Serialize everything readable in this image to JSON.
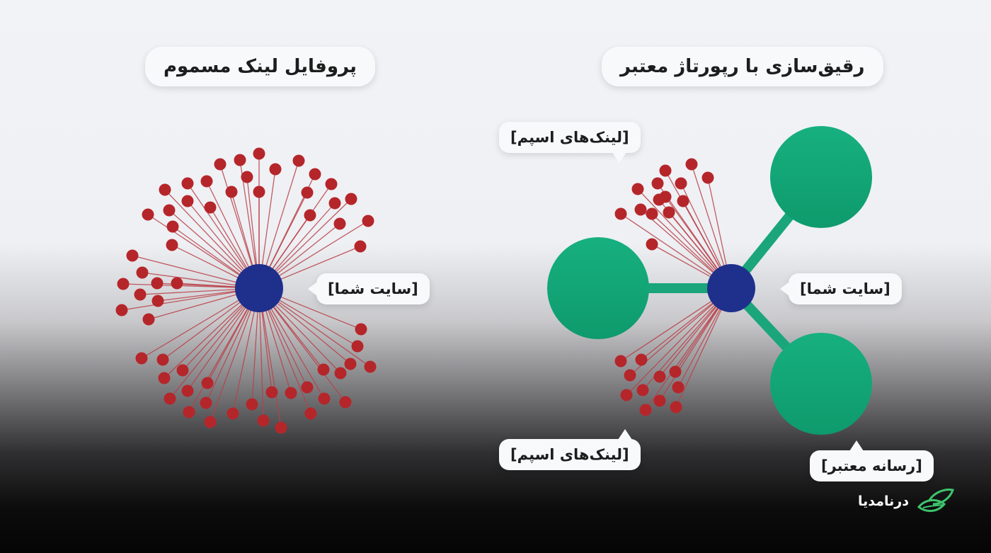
{
  "left_panel": {
    "title": "پروفایل لینک مسموم",
    "center_label": "[سایت شما]"
  },
  "right_panel": {
    "title": "رقیق‌سازی با رپورتاژ معتبر",
    "center_label": "[سایت شما]",
    "spam_label_top": "[لینک‌های اسپم]",
    "spam_label_bottom": "[لینک‌های اسپم]",
    "authority_label": "[رسانه معتبر]"
  },
  "brand": {
    "name": "درنامدیا",
    "icon": "leaf-logo-icon"
  },
  "colors": {
    "spam_node": "#b5262a",
    "spam_link": "#b84046",
    "site_node": "#1f2f8c",
    "authority_node": "#13a97a",
    "authority_link": "#1aa67a",
    "brand_accent": "#3ec46d"
  }
}
